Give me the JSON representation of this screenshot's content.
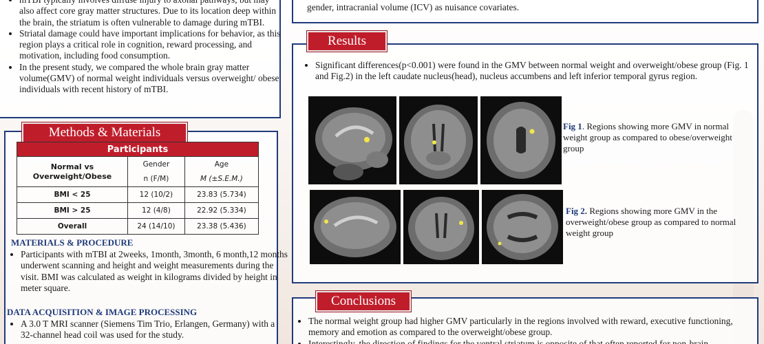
{
  "intro": {
    "bullets": [
      "mTBI typically involves diffuse injury to axonal pathways, but may also affect core gray matter structures. Due to its location deep within the brain, the striatum is often vulnerable to damage during mTBI.",
      "Striatal damage could have important implications for behavior, as this region plays a critical role in cognition, reward processing, and motivation, including food consumption.",
      "In the present study, we compared the whole brain gray matter volume(GMV) of normal weight individuals versus overweight/ obese individuals with recent history of mTBI."
    ]
  },
  "methods": {
    "title": "Methods & Materials",
    "table": {
      "title": "Participants",
      "corner": "Normal vs Overweight/Obese",
      "col1_head": "Gender",
      "col1_sub": "n (F/M)",
      "col2_head": "Age",
      "col2_sub": "M (±S.E.M.)",
      "rows": [
        {
          "label": "BMI < 25",
          "gender": "12 (10/2)",
          "age": "23.83 (5.734)"
        },
        {
          "label": "BMI > 25",
          "gender": "12 (4/8)",
          "age": "22.92 (5.334)"
        },
        {
          "label": "Overall",
          "gender": "24 (14/10)",
          "age": "23.38 (5.436)"
        }
      ]
    },
    "materials_heading": "MATERIALS & PROCEDURE",
    "materials_bullets": [
      "Participants with mTBI at 2weeks, 1month, 3month, 6 month,12 months underwent scanning and height and weight measurements during the visit. BMI was calculated as weight in kilograms divided by height in meter square."
    ],
    "acq_heading": "DATA ACQUISITION & IMAGE PROCESSING",
    "acq_bullets": [
      "A 3.0 T MRI scanner (Siemens Tim Trio, Erlangen, Germany) with a 32-channel head coil was used for the study."
    ]
  },
  "topright": {
    "text": "gender, intracranial volume (ICV) as nuisance covariates."
  },
  "results": {
    "title": "Results",
    "bullet": "Significant differences(p<0.001) were found in the GMV between normal weight and overweight/obese group (Fig. 1 and Fig.2) in the left caudate nucleus(head), nucleus accumbens and left inferior temporal gyrus region.",
    "fig1_label": "Fig 1",
    "fig1_text": ". Regions showing more GMV in normal weight group as compared to obese/overweight group",
    "fig2_label": "Fig 2.",
    "fig2_text": " Regions showing more GMV in the overweight/obese group as compared to normal weight group"
  },
  "conclusions": {
    "title": "Conclusions",
    "bullets": [
      "The normal weight group had higher GMV particularly in the regions involved with reward, executive functioning, memory and emotion as compared to the overweight/obese group.",
      "Interestingly, the direction of findings for the ventral striatum is opposite of that often reported for non-brain"
    ]
  },
  "colors": {
    "frame": "#1f3a7a",
    "accent_red": "#c01d2b",
    "highlight": "#f2e64a"
  }
}
